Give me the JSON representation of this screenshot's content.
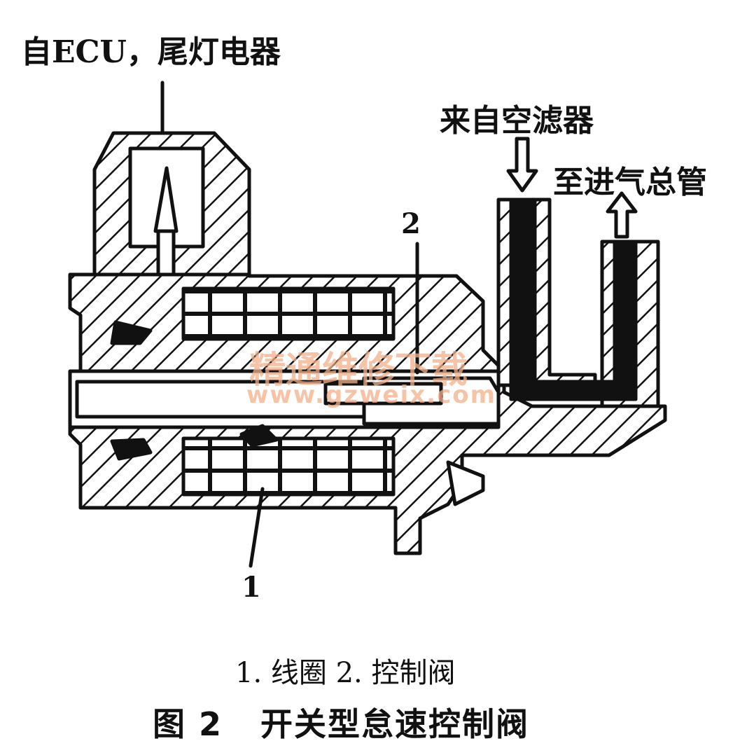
{
  "labels": {
    "from_ecu": "自ECU，尾灯电器",
    "from_air_filter": "来自空滤器",
    "to_intake_manifold": "至进气总管",
    "callout_1": "1",
    "callout_2": "2"
  },
  "legend": "1. 线圈 2. 控制阀",
  "caption": {
    "figure_no": "图 2",
    "title": "开关型怠速控制阀"
  },
  "watermark": {
    "text": "精通维修下载",
    "url": "www.gzweix.com",
    "color": "#f4b08a"
  },
  "colors": {
    "ink": "#111111",
    "background": "#ffffff"
  }
}
